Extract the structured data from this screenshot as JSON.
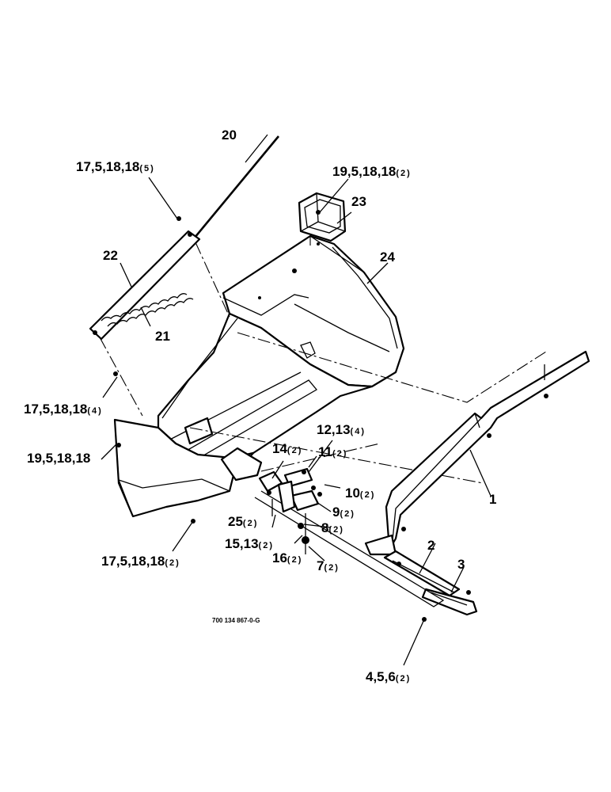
{
  "drawing_number": "700 134 867-0-G",
  "callouts": [
    {
      "id": "c20",
      "text": "20",
      "qty": ""
    },
    {
      "id": "c17a",
      "text": "17,5,18,18",
      "qty": "(5)"
    },
    {
      "id": "c19a",
      "text": "19,5,18,18",
      "qty": "(2)"
    },
    {
      "id": "c23",
      "text": "23",
      "qty": ""
    },
    {
      "id": "c22",
      "text": "22",
      "qty": ""
    },
    {
      "id": "c24",
      "text": "24",
      "qty": ""
    },
    {
      "id": "c21",
      "text": "21",
      "qty": ""
    },
    {
      "id": "c17b",
      "text": "17,5,18,18",
      "qty": "(4)"
    },
    {
      "id": "c12",
      "text": "12,13",
      "qty": "(4)"
    },
    {
      "id": "c14",
      "text": "14",
      "qty": "(2)"
    },
    {
      "id": "c11",
      "text": "11",
      "qty": "(2)"
    },
    {
      "id": "c19b",
      "text": "19,5,18,18",
      "qty": ""
    },
    {
      "id": "c10",
      "text": "10",
      "qty": "(2)"
    },
    {
      "id": "c1",
      "text": "1",
      "qty": ""
    },
    {
      "id": "c9",
      "text": "9",
      "qty": "(2)"
    },
    {
      "id": "c25",
      "text": "25",
      "qty": "(2)"
    },
    {
      "id": "c8",
      "text": "8",
      "qty": "(2)"
    },
    {
      "id": "c15",
      "text": "15,13",
      "qty": "(2)"
    },
    {
      "id": "c2",
      "text": "2",
      "qty": ""
    },
    {
      "id": "c16",
      "text": "16",
      "qty": "(2)"
    },
    {
      "id": "c7",
      "text": "7",
      "qty": "(2)"
    },
    {
      "id": "c3",
      "text": "3",
      "qty": ""
    },
    {
      "id": "c17c",
      "text": "17,5,18,18",
      "qty": "(2)"
    },
    {
      "id": "c4",
      "text": "4,5,6",
      "qty": "(2)"
    }
  ]
}
